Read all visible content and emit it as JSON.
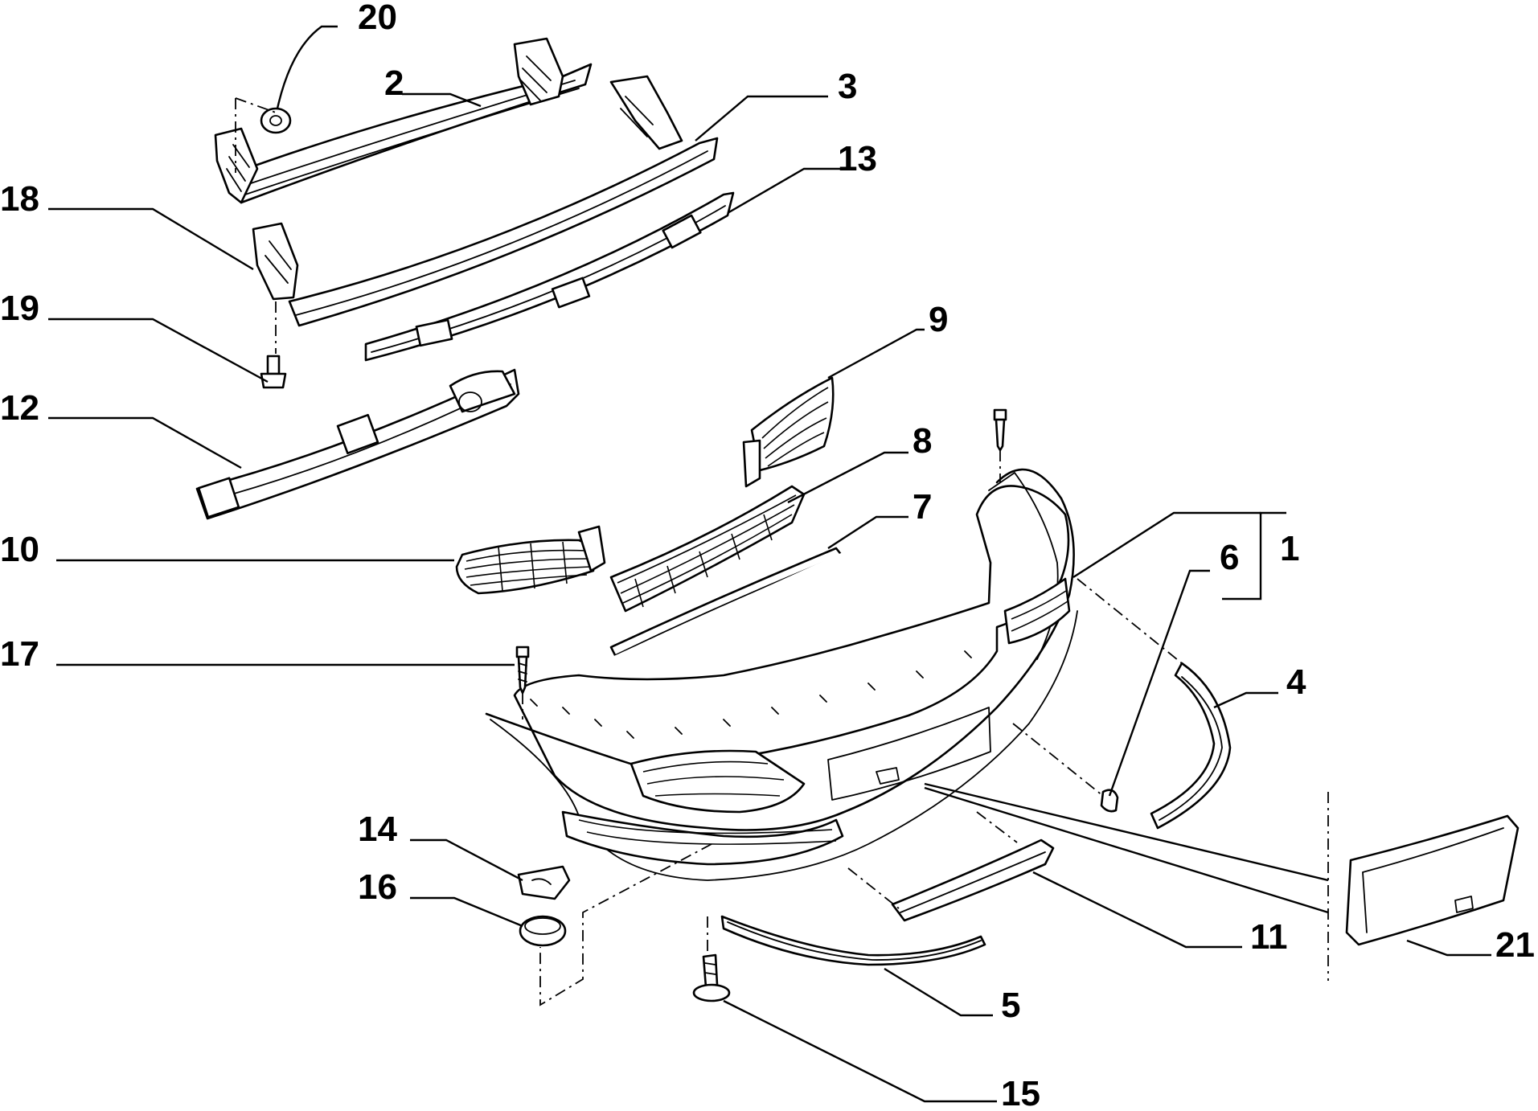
{
  "diagram": {
    "callouts": [
      {
        "id": "1",
        "label": "1"
      },
      {
        "id": "2",
        "label": "2"
      },
      {
        "id": "3",
        "label": "3"
      },
      {
        "id": "4",
        "label": "4"
      },
      {
        "id": "5",
        "label": "5"
      },
      {
        "id": "6",
        "label": "6"
      },
      {
        "id": "7",
        "label": "7"
      },
      {
        "id": "8",
        "label": "8"
      },
      {
        "id": "9",
        "label": "9"
      },
      {
        "id": "10",
        "label": "10"
      },
      {
        "id": "11",
        "label": "11"
      },
      {
        "id": "12",
        "label": "12"
      },
      {
        "id": "13",
        "label": "13"
      },
      {
        "id": "14",
        "label": "14"
      },
      {
        "id": "15",
        "label": "15"
      },
      {
        "id": "16",
        "label": "16"
      },
      {
        "id": "17",
        "label": "17"
      },
      {
        "id": "18",
        "label": "18"
      },
      {
        "id": "19",
        "label": "19"
      },
      {
        "id": "20",
        "label": "20"
      },
      {
        "id": "21",
        "label": "21"
      }
    ],
    "colors": {
      "ink": "#000000",
      "paper": "#ffffff"
    }
  }
}
